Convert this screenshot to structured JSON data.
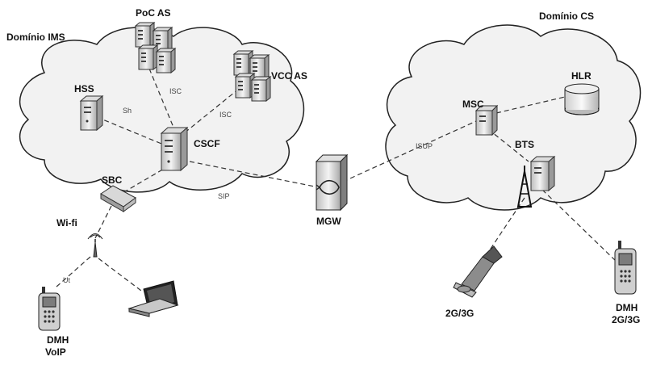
{
  "domains": {
    "ims": "Domínio IMS",
    "cs": "Domínio CS"
  },
  "nodes": {
    "poc_as": "PoC AS",
    "vcc_as": "VCC AS",
    "hss": "HSS",
    "cscf": "CSCF",
    "sbc": "SBC",
    "wifi": "Wi-fi",
    "mgw": "MGW",
    "msc": "MSC",
    "hlr": "HLR",
    "bts": "BTS",
    "dmh_voip_line1": "DMH",
    "dmh_voip_line2": "VoIP",
    "phone_2g3g": "2G/3G",
    "dmh_2g3g_line1": "DMH",
    "dmh_2g3g_line2": "2G/3G"
  },
  "links": {
    "isc_poc": "ISC",
    "isc_vcc": "ISC",
    "sh": "Sh",
    "sip": "SIP",
    "isup": "ISUP",
    "ut": "Ut"
  },
  "colors": {
    "cloud_fill": "#f2f2f2",
    "cloud_stroke": "#222222",
    "server_fill": "#e4e4e4",
    "server_dark": "#8a8a8a"
  }
}
